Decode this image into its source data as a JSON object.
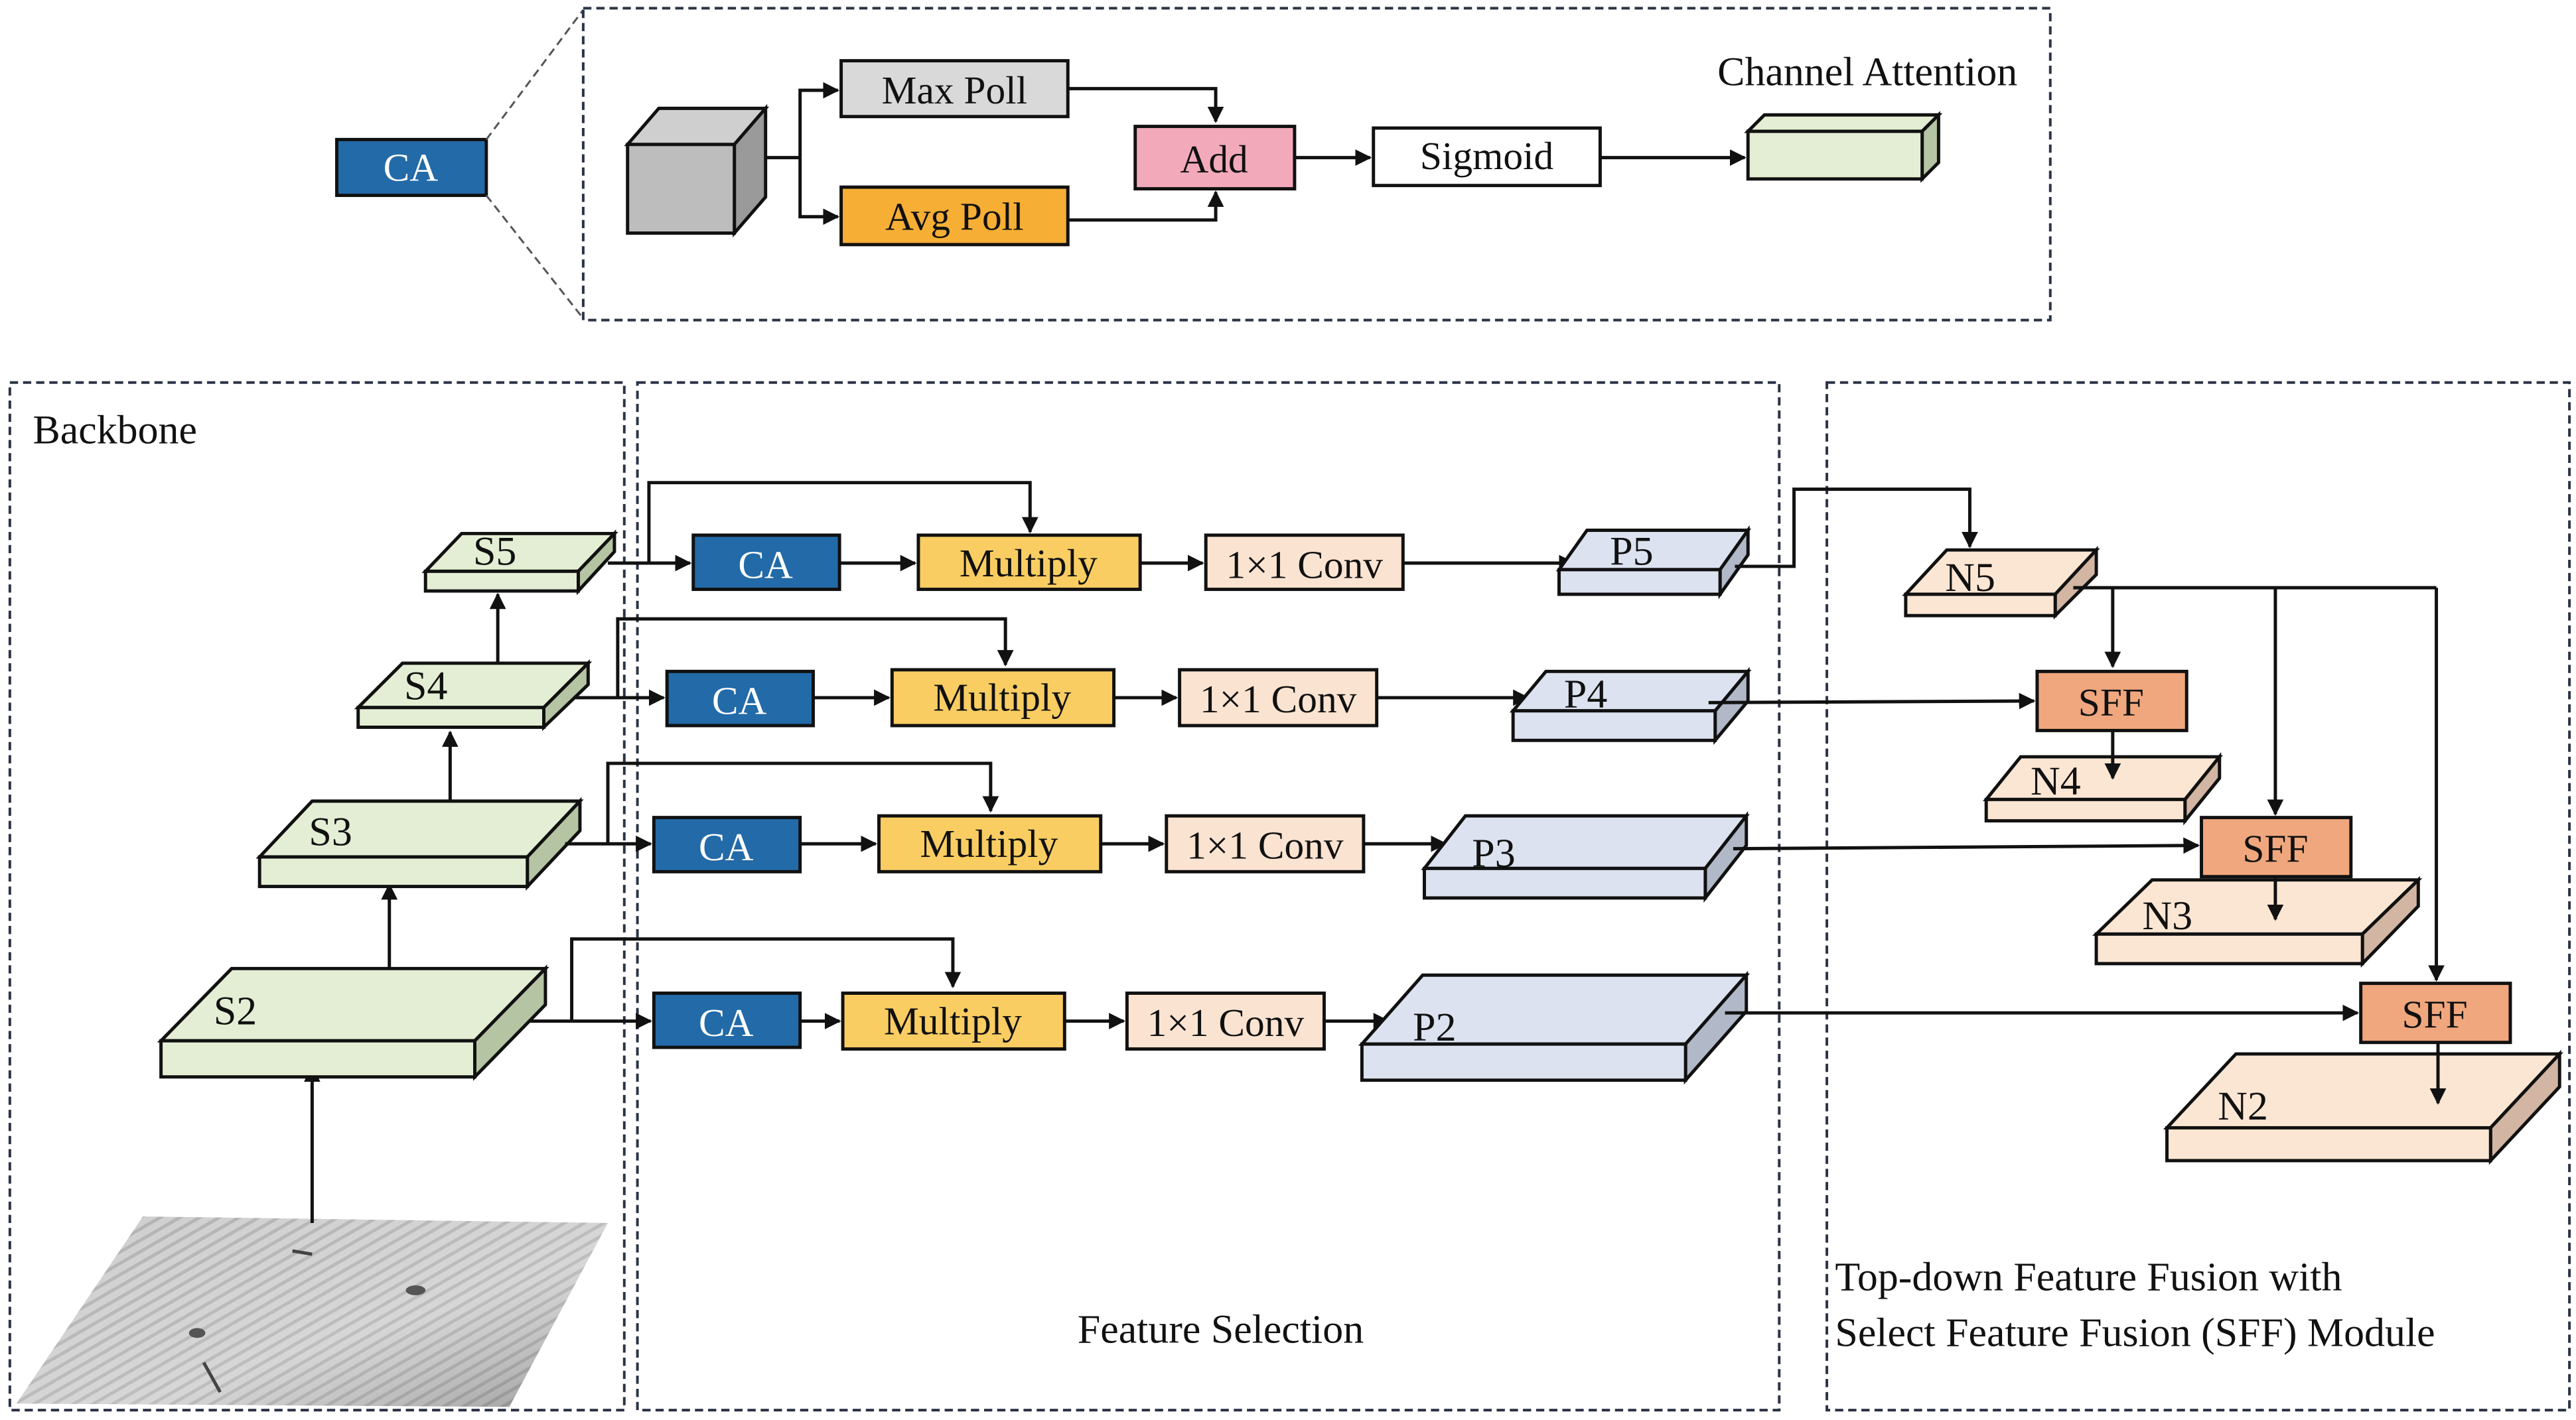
{
  "colors": {
    "ca": "#236aa8",
    "max_poll": "#d9d9d9",
    "avg_poll": "#f6ae35",
    "add": "#f2aabb",
    "sigmoid": "#ffffff",
    "multiply": "#f9cd62",
    "conv": "#fae4d1",
    "sff": "#f0a77d",
    "s_top": "#e4eed4",
    "s_side": "#b5c4a2",
    "p_top": "#dde2f0",
    "p_side": "#b1b8c8",
    "n_top": "#fbe6d4",
    "n_side": "#d2b5a2",
    "cube_front": "#bdbdbd",
    "cube_side": "#9a9a9a"
  },
  "channel_attention": {
    "title": "Channel Attention",
    "ca_label": "CA",
    "max_poll": "Max Poll",
    "avg_poll": "Avg Poll",
    "add": "Add",
    "sigmoid": "Sigmoid"
  },
  "panels": {
    "backbone": "Backbone",
    "feature_selection": "Feature Selection",
    "fusion_line1": "Top-down Feature Fusion with",
    "fusion_line2": "Select Feature Fusion (SFF) Module"
  },
  "backbone_stages": [
    "S5",
    "S4",
    "S3",
    "S2"
  ],
  "feature_rows": [
    {
      "ca": "CA",
      "multiply": "Multiply",
      "conv": "1×1 Conv",
      "output": "P5"
    },
    {
      "ca": "CA",
      "multiply": "Multiply",
      "conv": "1×1 Conv",
      "output": "P4"
    },
    {
      "ca": "CA",
      "multiply": "Multiply",
      "conv": "1×1 Conv",
      "output": "P3"
    },
    {
      "ca": "CA",
      "multiply": "Multiply",
      "conv": "1×1 Conv",
      "output": "P2"
    }
  ],
  "fusion": {
    "top": "N5",
    "sff_label": "SFF",
    "outputs": [
      "N4",
      "N3",
      "N2"
    ]
  },
  "input_image": "conveyor-parts-photo"
}
